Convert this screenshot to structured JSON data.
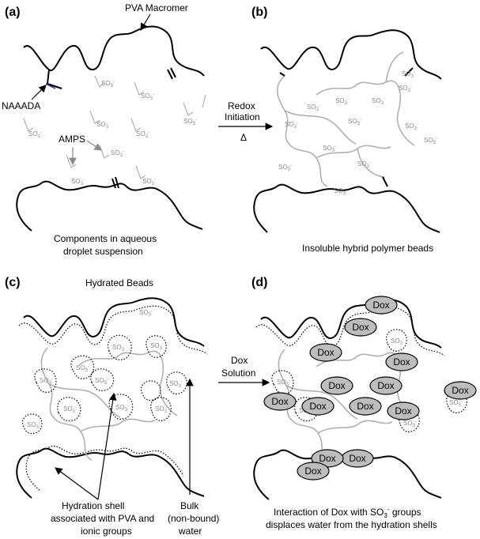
{
  "panels": {
    "a": {
      "label": "(a)",
      "title": "PVA Macromer",
      "naaada": "NAAADA",
      "amps": "AMPS",
      "caption_1": "Components in aqueous",
      "caption_2": "droplet suspension"
    },
    "b": {
      "label": "(b)",
      "caption": "Insoluble hybrid polymer beads"
    },
    "c": {
      "label": "(c)",
      "title": "Hydrated Beads",
      "hydration_1": "Hydration shell",
      "hydration_2": "associated with PVA and",
      "hydration_3": "ionic groups",
      "bulk_1": "Bulk",
      "bulk_2": "(non-bound)",
      "bulk_3": "water"
    },
    "d": {
      "label": "(d)",
      "caption_1": "Interaction of Dox with SO",
      "caption_1_sub": "3",
      "caption_1_sup": "-",
      "caption_1_tail": " groups",
      "caption_2": "displaces water from the hydration shells"
    }
  },
  "arrows": {
    "ab": {
      "line1": "Redox",
      "line2": "Initiation",
      "line3": "Δ"
    },
    "cd": {
      "line1": "Dox",
      "line2": "Solution"
    }
  },
  "group_label": "SO",
  "group_sub": "3",
  "group_sup": "-",
  "dox_label": "Dox",
  "colors": {
    "polymer": "#000000",
    "hydrogel": "#b0b0b0",
    "dox_fill": "#bdbdbd"
  }
}
